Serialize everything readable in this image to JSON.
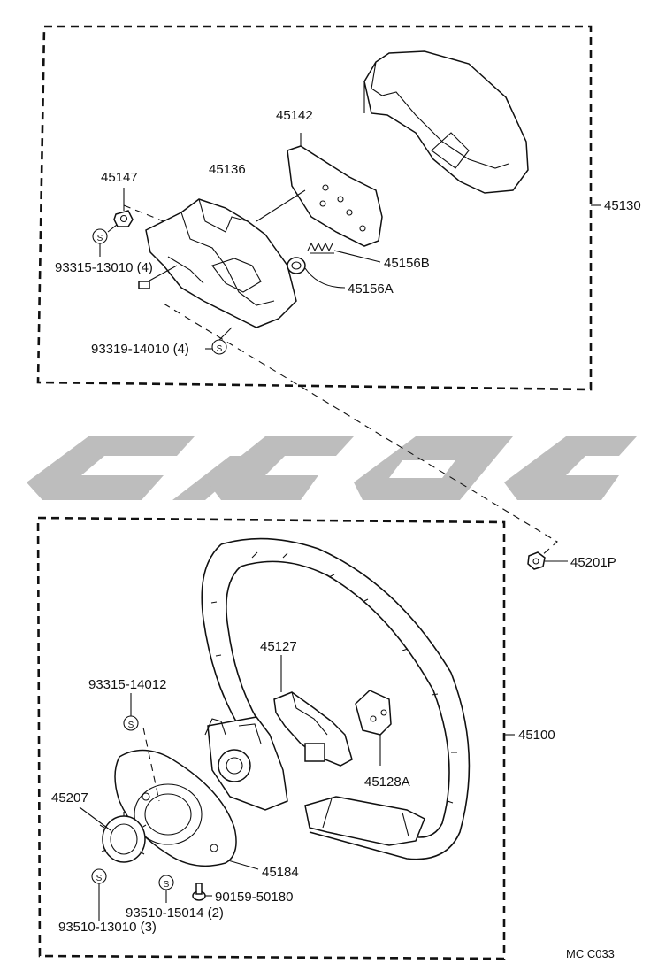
{
  "labels": {
    "p45130": "45130",
    "p45142": "45142",
    "p45147": "45147",
    "p45136": "45136",
    "p93315_13010": "93315-13010 (4)",
    "p45156B": "45156B",
    "p45156A": "45156A",
    "p93319_14010": "93319-14010 (4)",
    "p45201P": "45201P",
    "p45127": "45127",
    "p93315_14012": "93315-14012",
    "p45100": "45100",
    "p45207": "45207",
    "p45128A": "45128A",
    "p45184": "45184",
    "p90159_50180": "90159-50180",
    "p93510_15014": "93510-15014 (2)",
    "p93510_13010": "93510-13010 (3)",
    "figure_code": "MC  C033"
  },
  "symbols": {
    "screw_mark": "S"
  },
  "colors": {
    "line": "#111111",
    "watermark": "#bdbdbd",
    "background": "#ffffff"
  }
}
